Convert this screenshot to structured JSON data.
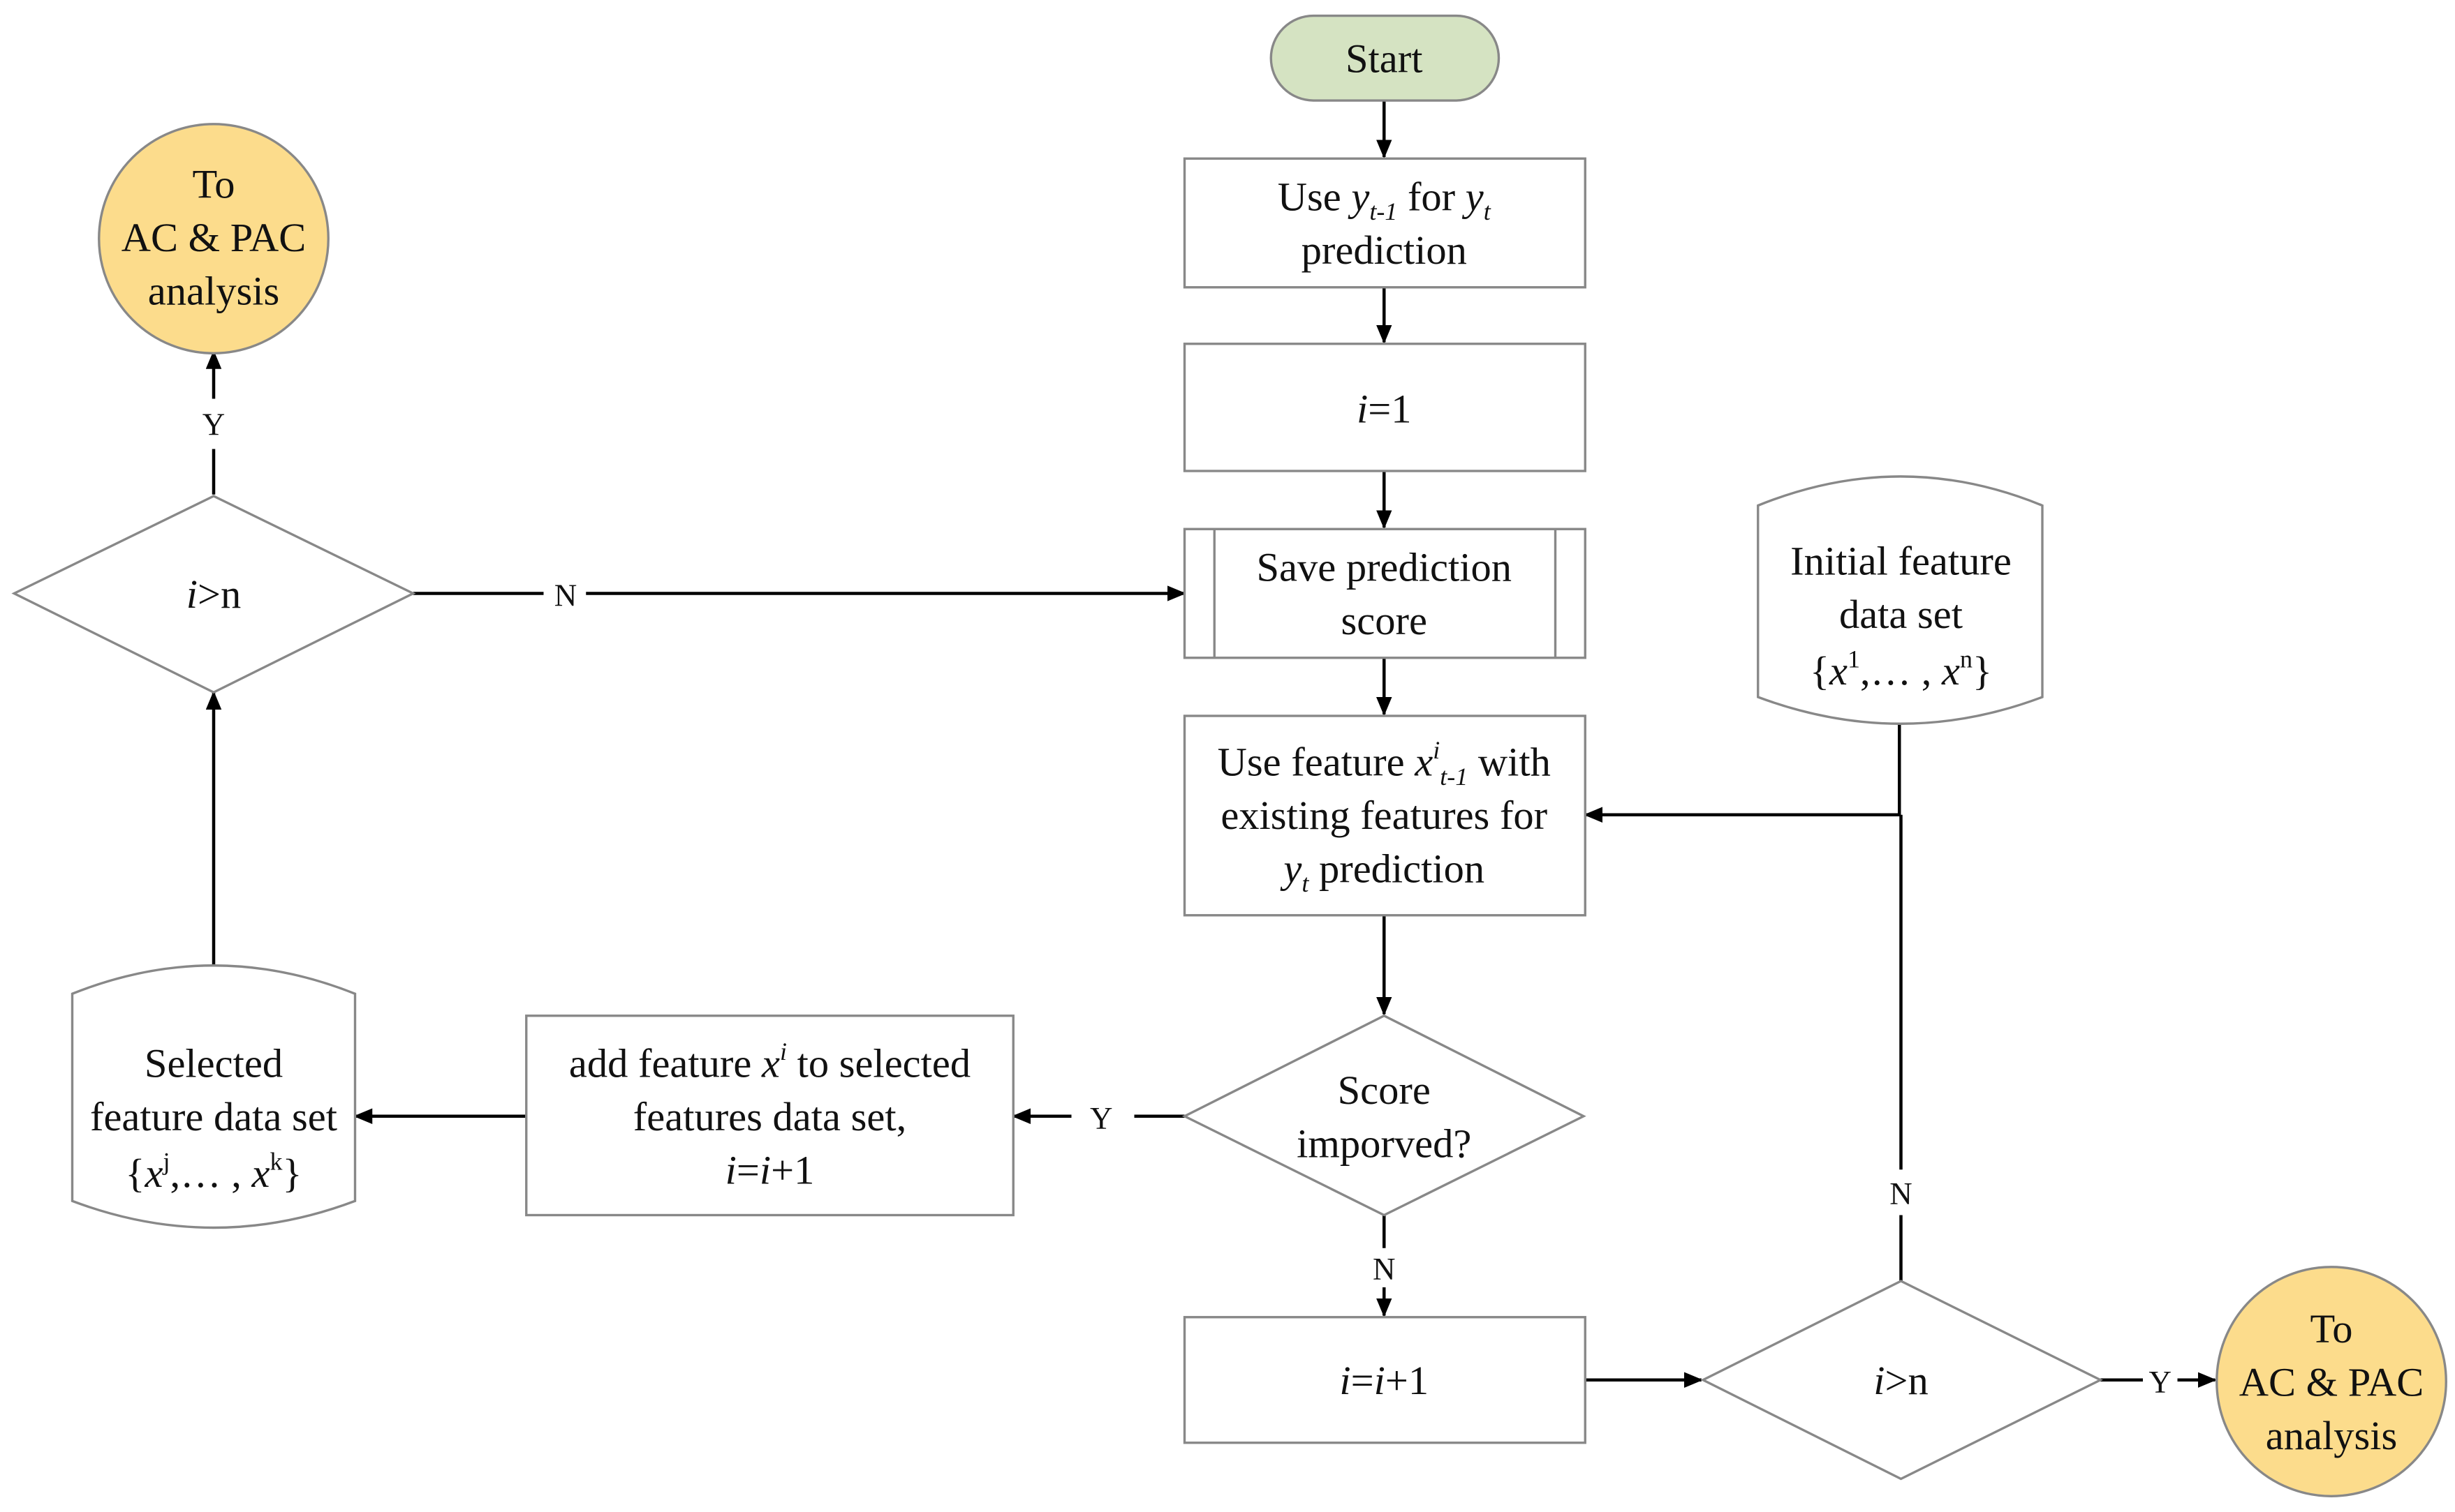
{
  "colors": {
    "start_fill": "#d5e3c2",
    "terminal_fill": "#fcdc8c",
    "line": "#000000",
    "box_stroke": "#888888"
  },
  "nodes": {
    "start": "Start",
    "use_prev": {
      "a": "Use ",
      "y": "y",
      "sub1": "t-1",
      "b": " for ",
      "y2": "y",
      "sub2": "t",
      "line2": "prediction"
    },
    "init_i": {
      "i": "i",
      "rest": "=1"
    },
    "save_score": {
      "line1": "Save prediction",
      "line2": "score"
    },
    "use_feature": {
      "a": "Use feature ",
      "x": "x",
      "sup": "i",
      "sub": "t-1",
      "b": " with",
      "line2": "existing features for",
      "y": "y",
      "ysub": "t",
      "c": " prediction"
    },
    "initial_set": {
      "line1": "Initial feature",
      "line2": "data set",
      "open": "{",
      "x1": "x",
      "sup1": "1",
      "mid": ",… , ",
      "x2": "x",
      "sup2": "n",
      "close": "}"
    },
    "score_improved": {
      "line1": "Score",
      "line2": "imporved?"
    },
    "add_feature": {
      "a": "add feature ",
      "x": "x",
      "sup": "i",
      "b": " to selected",
      "line2": "features data set,",
      "i1": "i",
      "eq": "=",
      "i2": "i",
      "plus": "+1"
    },
    "selected_set": {
      "line1": "Selected",
      "line2": "feature data set",
      "open": "{",
      "x1": "x",
      "sup1": "j",
      "mid": ",… , ",
      "x2": "x",
      "sup2": "k",
      "close": "}"
    },
    "check_left": {
      "i": "i",
      "rest": ">n"
    },
    "increment": {
      "i1": "i",
      "eq": "=",
      "i2": "i",
      "plus": "+1"
    },
    "check_bottom": {
      "i": "i",
      "rest": ">n"
    },
    "terminal_left": {
      "line1": "To",
      "line2": "AC & PAC",
      "line3": "analysis"
    },
    "terminal_right": {
      "line1": "To",
      "line2": "AC & PAC",
      "line3": "analysis"
    }
  },
  "edge_labels": {
    "left_yes": "Y",
    "left_no": "N",
    "score_yes": "Y",
    "score_no": "N",
    "bottom_no": "N",
    "bottom_yes": "Y"
  }
}
